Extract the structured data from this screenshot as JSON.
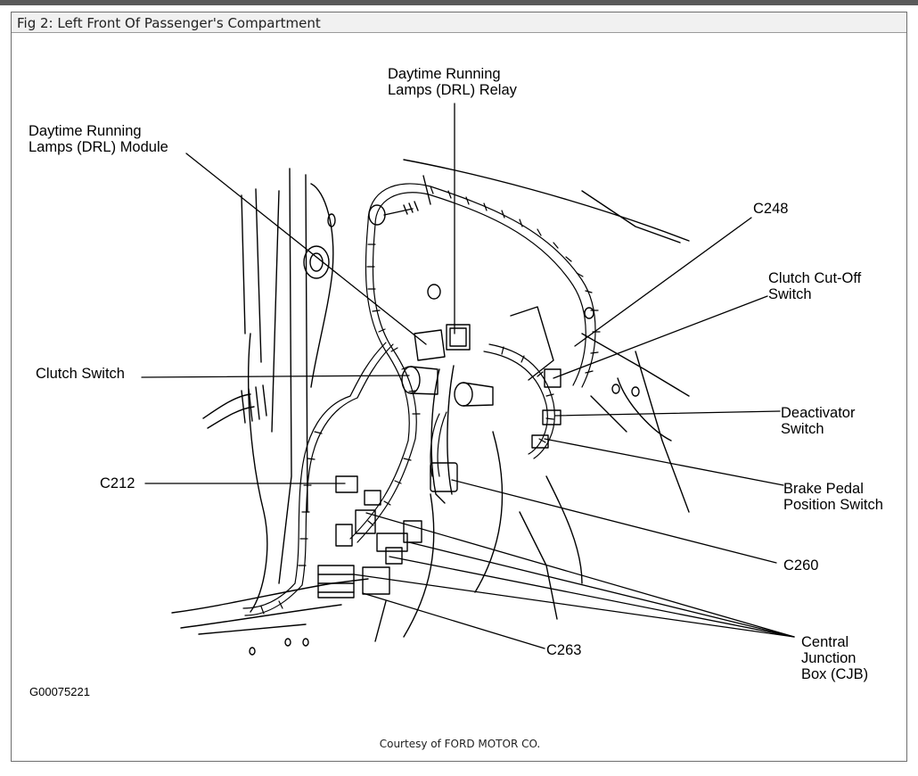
{
  "figure": {
    "title": "Fig 2: Left Front Of Passenger's Compartment",
    "figure_id": "G00075221",
    "credit": "Courtesy of FORD MOTOR CO."
  },
  "labels": {
    "drl_relay": "Daytime Running\nLamps (DRL) Relay",
    "drl_module": "Daytime Running\nLamps (DRL) Module",
    "c248": "C248",
    "clutch_cutoff": "Clutch Cut-Off\nSwitch",
    "clutch_switch": "Clutch Switch",
    "deactivator": "Deactivator\nSwitch",
    "c212": "C212",
    "brake_pedal": "Brake Pedal\nPosition Switch",
    "c260": "C260",
    "c263": "C263",
    "cjb": "Central\nJunction\nBox (CJB)"
  }
}
